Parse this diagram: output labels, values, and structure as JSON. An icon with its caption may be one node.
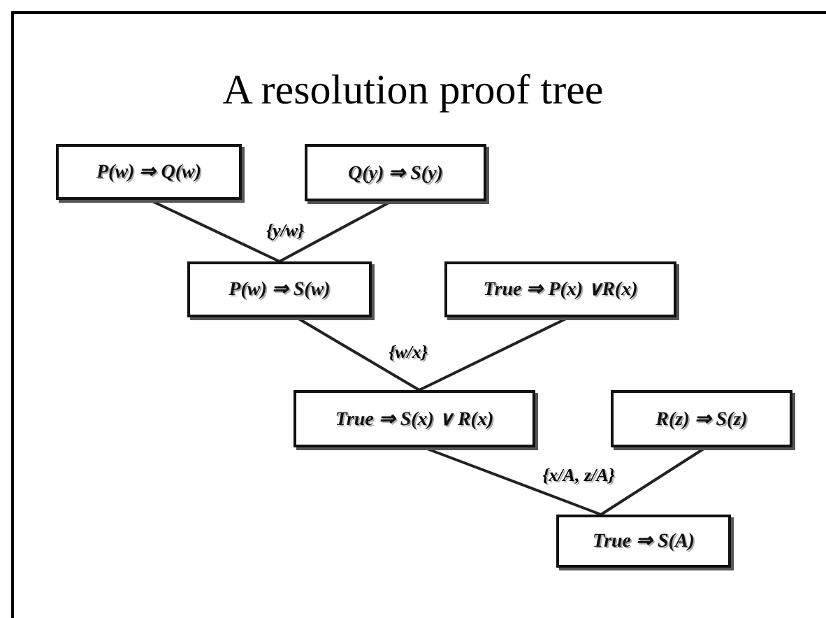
{
  "diagram": {
    "title": "A resolution proof tree",
    "nodes": [
      {
        "text": [
          "P(w) ⇒ Q(w)"
        ]
      },
      {
        "text": [
          "Q(y) ⇒ S(y)"
        ]
      },
      {
        "text": [
          "P(w) ⇒ S(w)"
        ]
      },
      {
        "text": [
          "True ⇒ P(x) ∨R(x)"
        ]
      },
      {
        "text": [
          "True ⇒ S(x) ∨ R(x)"
        ]
      },
      {
        "text": [
          "R(z) ⇒ S(z)"
        ]
      },
      {
        "text": [
          "True ⇒ S(A)"
        ]
      }
    ],
    "edges": [
      {
        "from": 0,
        "to": 2,
        "arrow": "none",
        "label": "{y/w}"
      },
      {
        "from": 1,
        "to": 2,
        "arrow": "none"
      },
      {
        "from": 2,
        "to": 4,
        "arrow": "none",
        "label": "{w/x}"
      },
      {
        "from": 3,
        "to": 4,
        "arrow": "none"
      },
      {
        "from": 4,
        "to": 6,
        "arrow": "none",
        "label": "{x/A, z/A}"
      },
      {
        "from": 5,
        "to": 6,
        "arrow": "none"
      }
    ]
  }
}
